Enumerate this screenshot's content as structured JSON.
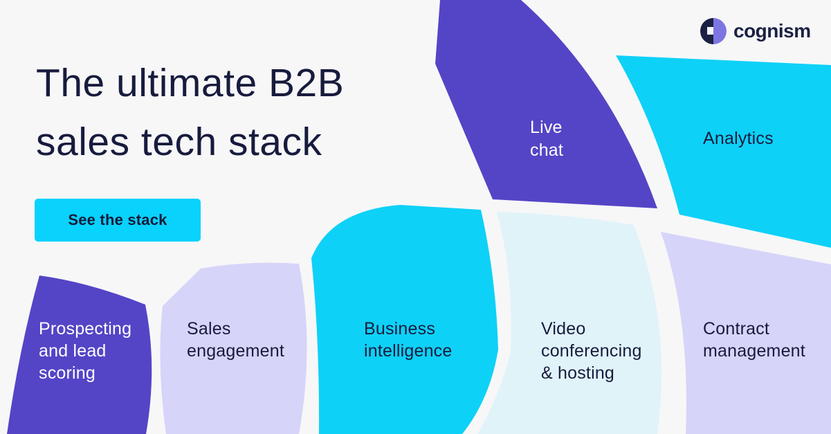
{
  "brand": {
    "name": "cognism"
  },
  "hero": {
    "title": "The ultimate B2B\nsales tech stack",
    "cta_label": "See the stack"
  },
  "stack": {
    "segments": [
      {
        "id": "live-chat",
        "label": "Live\nchat"
      },
      {
        "id": "analytics",
        "label": "Analytics"
      },
      {
        "id": "prospecting-and-lead-scoring",
        "label": "Prospecting\nand lead\nscoring"
      },
      {
        "id": "sales-engagement",
        "label": "Sales\nengagement"
      },
      {
        "id": "business-intelligence",
        "label": "Business\nintelligence"
      },
      {
        "id": "video-conferencing-and-hosting",
        "label": "Video\nconferencing\n& hosting"
      },
      {
        "id": "contract-management",
        "label": "Contract\nmanagement"
      }
    ]
  },
  "colors": {
    "background": "#f7f7f8",
    "purple": "#5445c6",
    "cyan": "#0ed1f7",
    "lavender": "#d6d4f8",
    "pale_blue": "#e0f3f9",
    "navy": "#171b3d",
    "button_cyan": "#09d2fc",
    "label_light": "#ffffff",
    "logo_navy": "#1b2142",
    "logo_periwinkle": "#7d76e2"
  }
}
